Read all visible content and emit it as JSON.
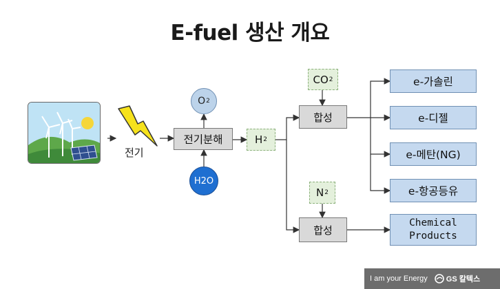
{
  "title": "E-fuel 생산 개요",
  "source": {
    "label": "전기"
  },
  "electrolysis": {
    "label": "전기분해"
  },
  "oxygen": {
    "base": "O",
    "sub": "2"
  },
  "water": {
    "text": "H2O"
  },
  "hydrogen": {
    "base": "H",
    "sub": "2"
  },
  "co2": {
    "base": "CO",
    "sub": "2"
  },
  "n2": {
    "base": "N",
    "sub": "2"
  },
  "synthesis_top": {
    "label": "합성"
  },
  "synthesis_bottom": {
    "label": "합성"
  },
  "products": [
    {
      "label": "e-가솔린"
    },
    {
      "label": "e-디젤"
    },
    {
      "label": "e-메탄(NG)"
    },
    {
      "label": "e-항공등유"
    }
  ],
  "chemical": {
    "line1": "Chemical",
    "line2": "Products"
  },
  "footer": {
    "tagline": "I am your Energy",
    "brand": "GS 칼텍스"
  },
  "colors": {
    "product_fill": "#c5d9ef",
    "input_fill": "#e4f0dc",
    "process_fill": "#d9d9d9",
    "water_fill": "#1f6fd1",
    "oxygen_fill": "#bcd3ea"
  }
}
